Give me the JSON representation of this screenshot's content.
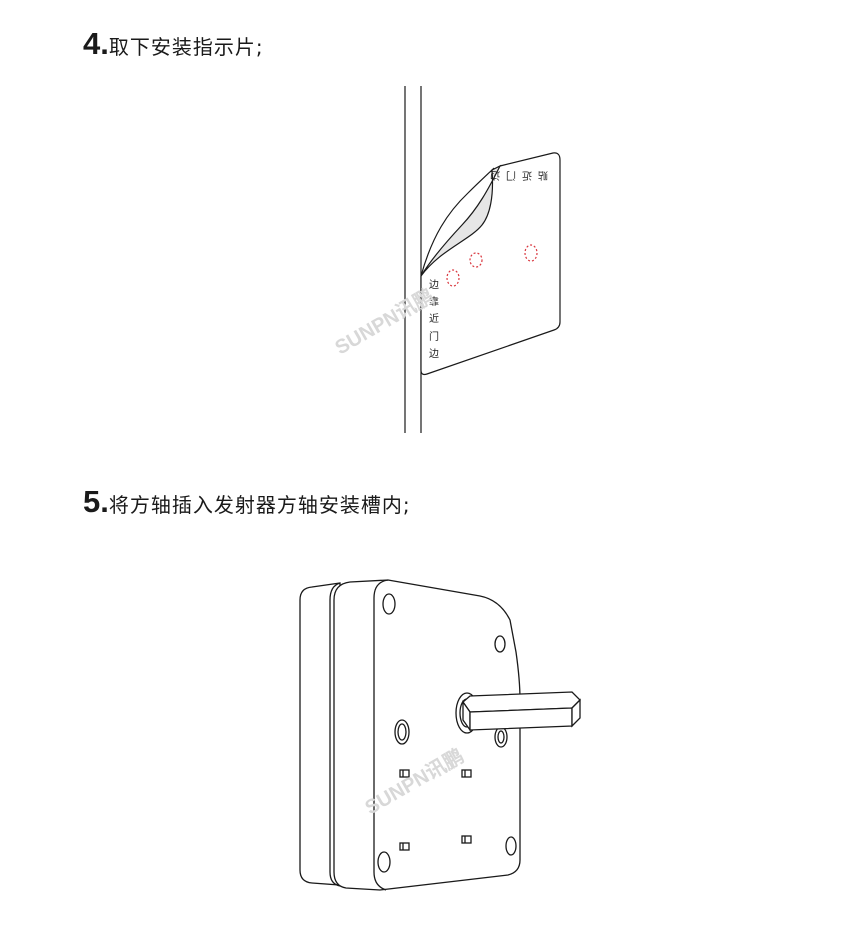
{
  "steps": [
    {
      "number": "4",
      "dot": ".",
      "text": "取下安装指示片;"
    },
    {
      "number": "5",
      "dot": ".",
      "text": "将方轴插入发射器方轴安装槽内;"
    }
  ],
  "figure1": {
    "label_vertical": [
      "边",
      "靠",
      "近",
      "门",
      "边"
    ],
    "label_flipped": [
      "贴",
      "近",
      "门",
      "边"
    ],
    "watermark": "SUNPN讯鹏"
  },
  "figure2": {
    "watermark": "SUNPN讯鹏"
  }
}
